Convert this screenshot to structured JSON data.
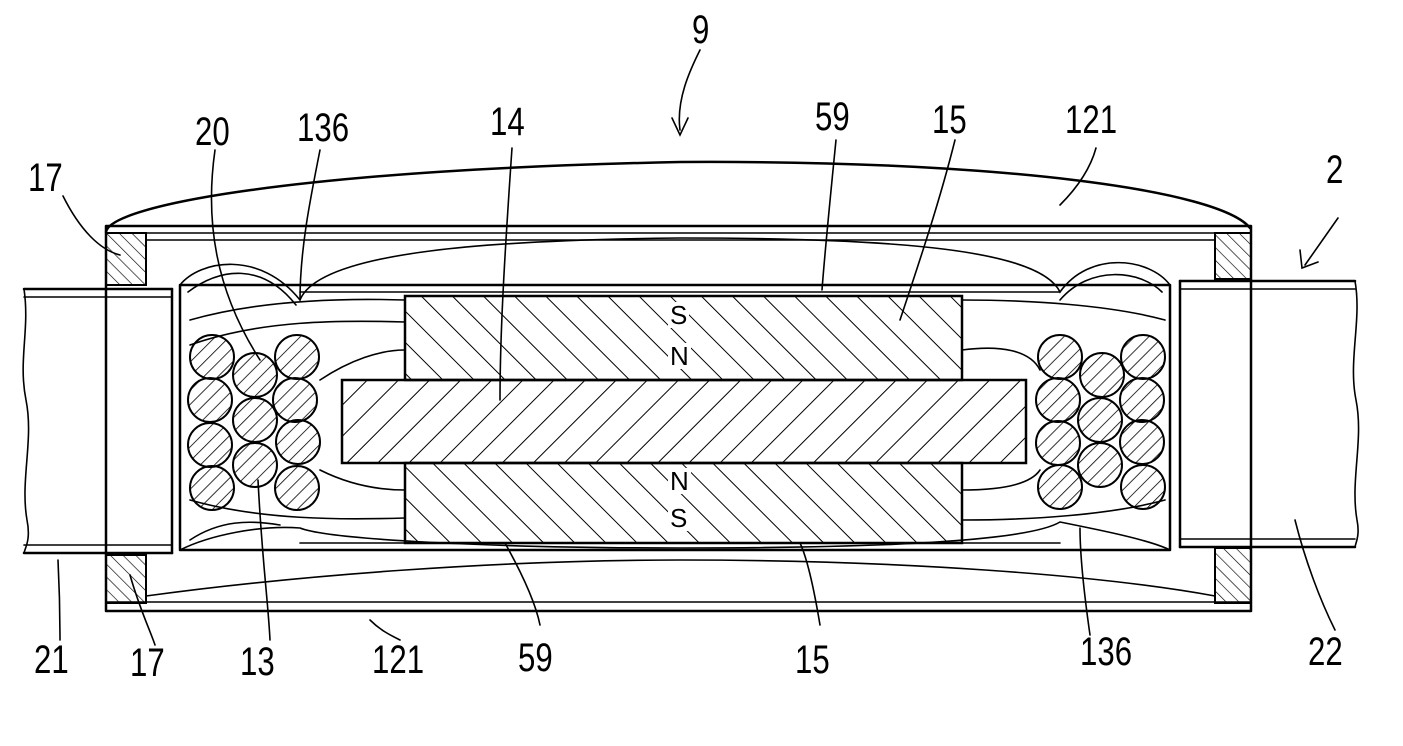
{
  "figure": {
    "reference_numerals": {
      "r9": "9",
      "r2": "2",
      "r20": "20",
      "r136_top": "136",
      "r14": "14",
      "r59_top": "59",
      "r15_top": "15",
      "r121_top": "121",
      "r17_top": "17",
      "r21": "21",
      "r17_bottom": "17",
      "r13": "13",
      "r121_bottom": "121",
      "r59_bottom": "59",
      "r15_bottom": "15",
      "r136_bottom": "136",
      "r22": "22"
    },
    "poles": {
      "upper_magnet_top": "S",
      "upper_magnet_bottom": "N",
      "lower_magnet_top": "N",
      "lower_magnet_bottom": "S"
    }
  }
}
